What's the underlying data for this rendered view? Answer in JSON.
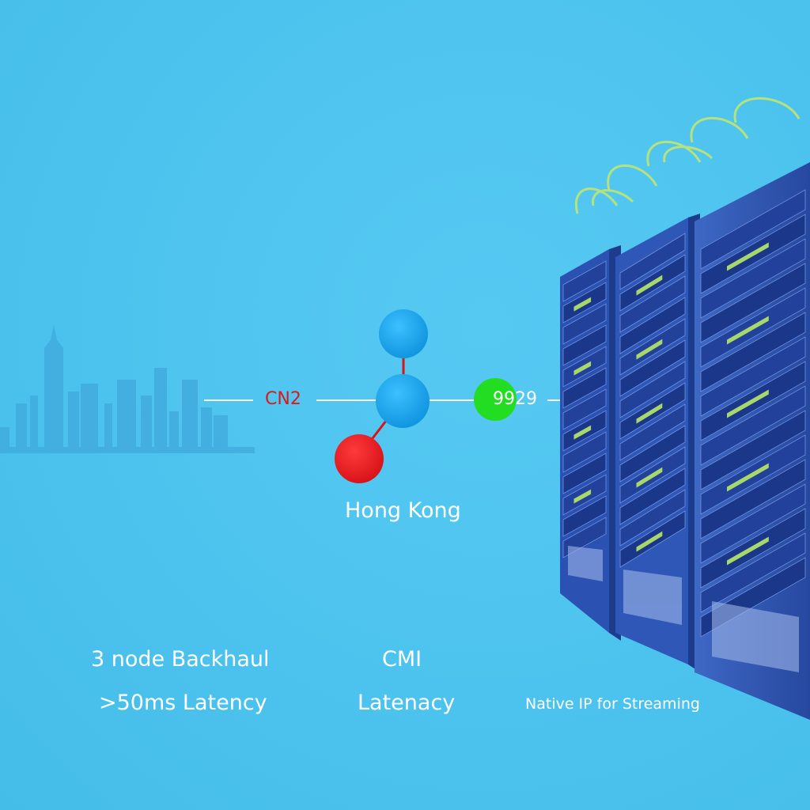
{
  "network": {
    "link_left_label": "CN2",
    "link_right_label": "9929",
    "hub_label": "Hong Kong"
  },
  "features": {
    "backhaul": "3 node Backhaul",
    "latency_left": ">50ms Latency",
    "cmi": "CMI",
    "latency_mid": "Latenacy",
    "native_ip": "Native IP for Streaming"
  },
  "colors": {
    "background": "#4cc3ee",
    "node_blue": "#1fa8ec",
    "node_red": "#e41e25",
    "node_green": "#22dd22",
    "cn2_text": "#d81b1b",
    "arrow_yellow": "#f5f01a",
    "rack_blue": "#1d3f9c"
  }
}
